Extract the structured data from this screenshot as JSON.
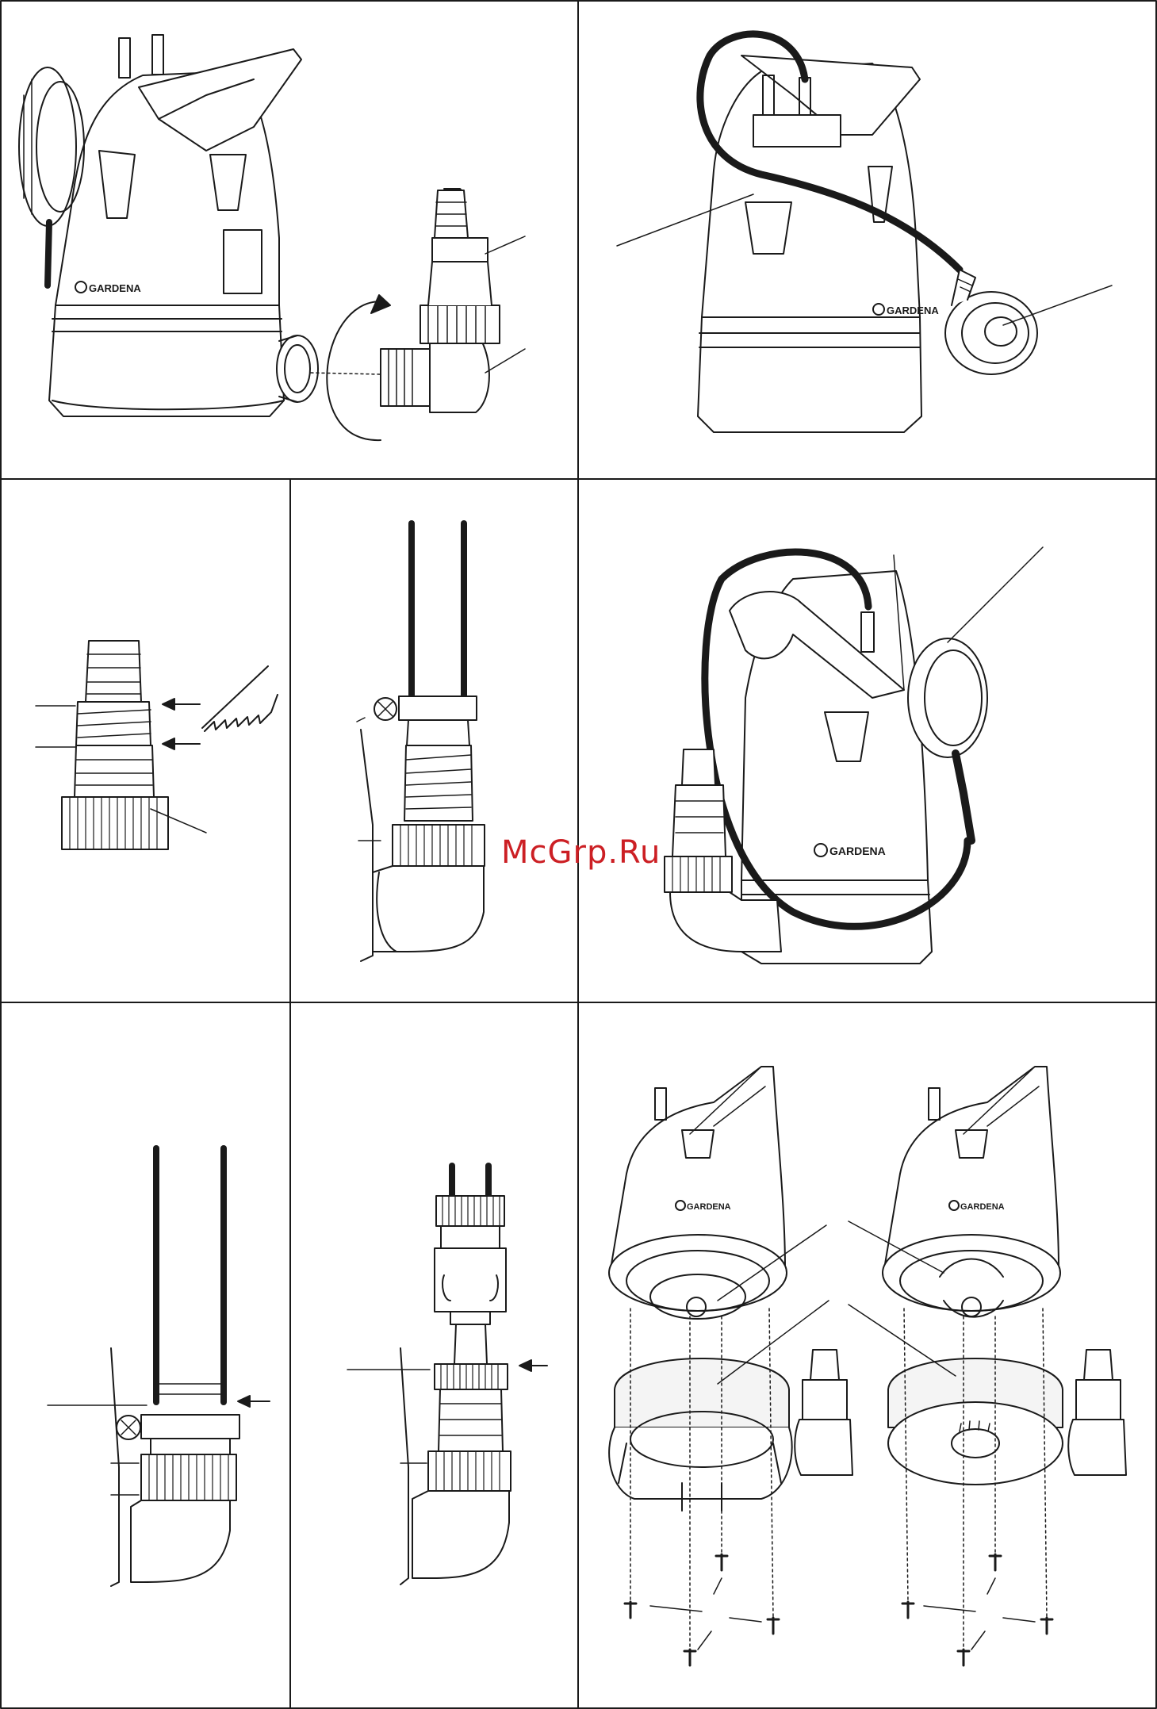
{
  "watermark": {
    "text": "McGrp.Ru",
    "color": "#cc1f24"
  },
  "brand": {
    "logo_text": "GARDENA"
  },
  "colors": {
    "line": "#1a1a1a",
    "fill": "#ffffff",
    "shade": "#e9e9e9"
  },
  "panels": [
    {
      "id": "top-left",
      "subject": "pump-with-elbow-connector"
    },
    {
      "id": "top-right",
      "subject": "pump-with-float-switch"
    },
    {
      "id": "middle-left",
      "subject": "hose-adaptor-cut-guide"
    },
    {
      "id": "middle-center",
      "subject": "hose-clamp-on-adaptor"
    },
    {
      "id": "middle-right",
      "subject": "pump-with-float-and-hose-connector"
    },
    {
      "id": "bottom-left",
      "subject": "hose-clamp-detail"
    },
    {
      "id": "bottom-center",
      "subject": "quick-connector-on-adaptor"
    },
    {
      "id": "bottom-right",
      "subject": "pump-base-removal"
    }
  ]
}
